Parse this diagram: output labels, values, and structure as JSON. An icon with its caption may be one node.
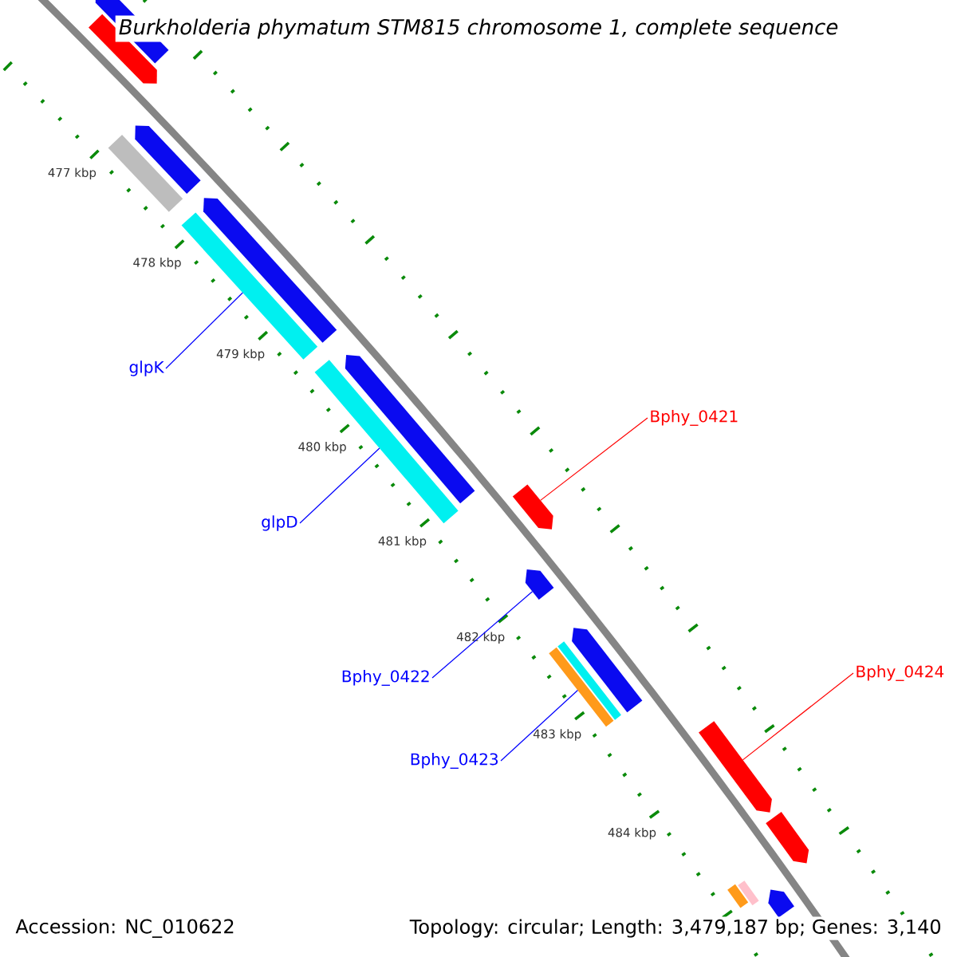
{
  "diagram": {
    "title": "*Burkholderia phymatum* STM815 chromosome 1, complete sequence",
    "nodes": [
      {
        "text": [
          "glpK"
        ]
      },
      {
        "text": [
          "glpD"
        ]
      },
      {
        "text": [
          "Bphy_0421"
        ]
      },
      {
        "text": [
          "Bphy_0422"
        ]
      },
      {
        "text": [
          "Bphy_0423"
        ]
      },
      {
        "text": [
          "Bphy_0424"
        ]
      },
      {
        "text": [],
        "shape": "pentagon"
      },
      {
        "text": [],
        "shape": "pentagon"
      },
      {
        "text": [],
        "shape": "bar"
      },
      {
        "text": [],
        "shape": "pentagon"
      },
      {
        "text": [],
        "shape": "bar"
      },
      {
        "text": [],
        "shape": "pentagon"
      },
      {
        "text": [],
        "shape": "bar"
      },
      {
        "text": [],
        "shape": "pentagon"
      },
      {
        "text": [],
        "shape": "pentagon"
      },
      {
        "text": [],
        "shape": "pentagon"
      },
      {
        "text": [],
        "shape": "bar"
      },
      {
        "text": [],
        "shape": "bar"
      },
      {
        "text": [],
        "shape": "pentagon"
      },
      {
        "text": [],
        "shape": "pentagon"
      },
      {
        "text": [],
        "shape": "pentagon"
      },
      {
        "text": [],
        "shape": "pentagon"
      },
      {
        "text": [],
        "shape": "bar"
      },
      {
        "text": [],
        "shape": "bar"
      }
    ],
    "edges": [
      {
        "from": 0,
        "to": 10,
        "arrow": "none"
      },
      {
        "from": 1,
        "to": 12,
        "arrow": "none"
      },
      {
        "from": 2,
        "to": 14,
        "arrow": "none",
        "color": "#ff0000"
      },
      {
        "from": 3,
        "to": 15,
        "arrow": "none"
      },
      {
        "from": 4,
        "to": 17,
        "arrow": "none"
      },
      {
        "from": 5,
        "to": 19,
        "arrow": "none",
        "color": "#ff0000"
      }
    ],
    "labels": [
      "477 kbp",
      "478 kbp",
      "479 kbp",
      "480 kbp",
      "481 kbp",
      "482 kbp",
      "483 kbp",
      "484 kbp",
      "Accession: NC_010622",
      "Topology: circular; Length: 3,479,187 bp; Genes: 3,140"
    ]
  }
}
